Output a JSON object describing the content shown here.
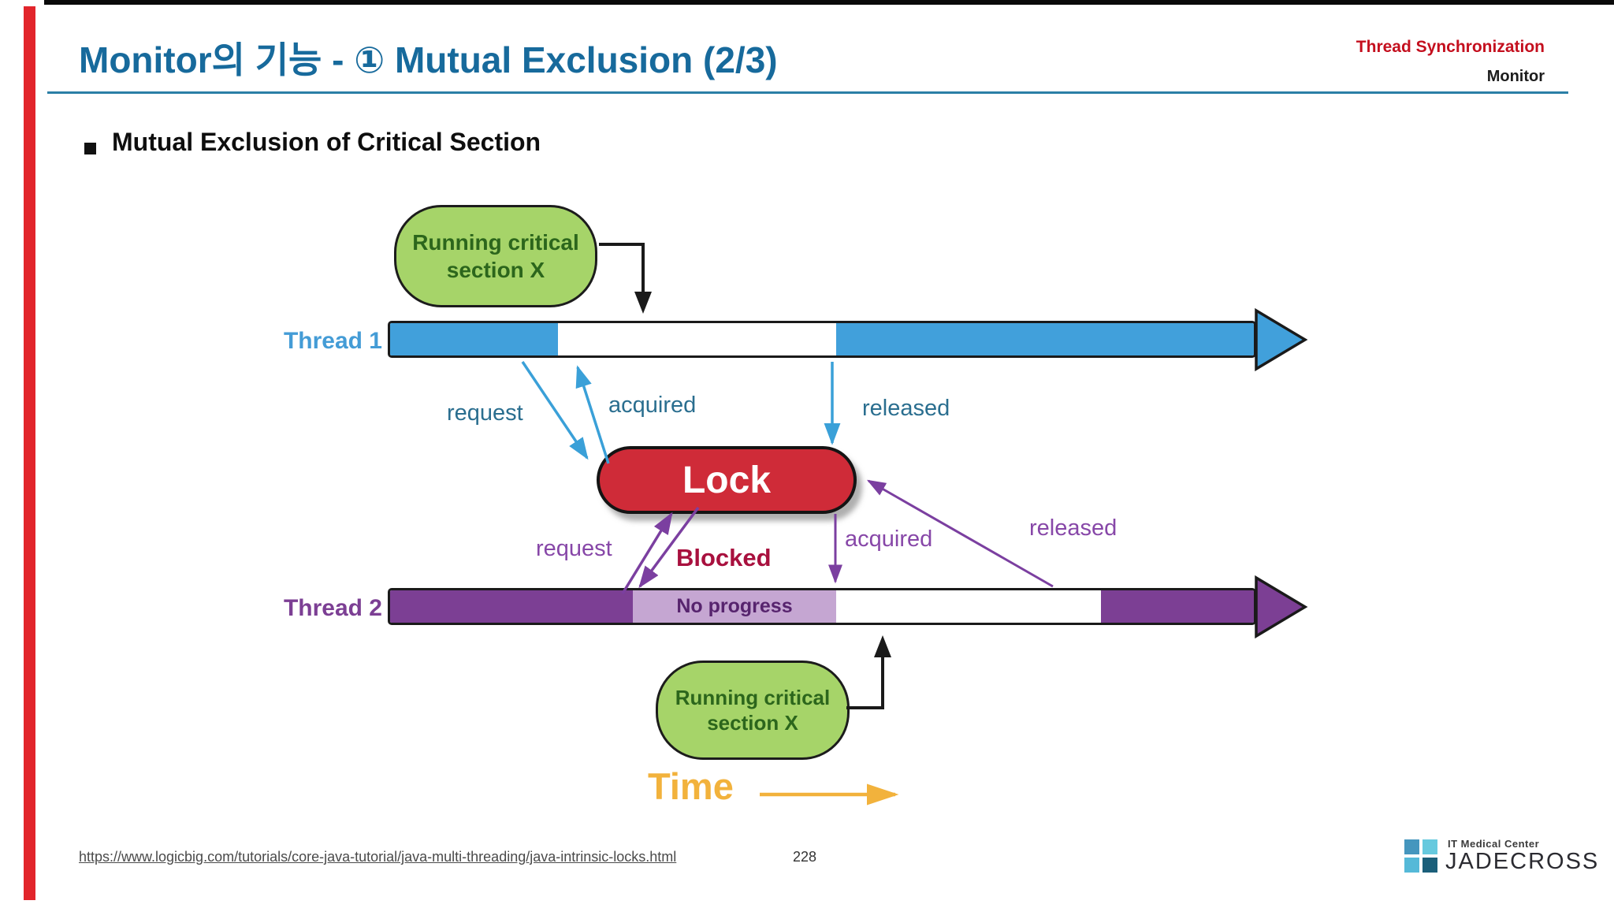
{
  "decor": {
    "top_bar_color": "#0a0a0a",
    "left_bar_color": "#e2252b"
  },
  "header": {
    "title": "Monitor의 기능 - ① Mutual Exclusion (2/3)",
    "title_color": "#176a9c",
    "tag_line1": "Thread Synchronization",
    "tag_line1_color": "#c40f1e",
    "tag_line2": "Monitor"
  },
  "content": {
    "bullet_text": "Mutual Exclusion of Critical Section"
  },
  "diagram": {
    "running_box_top": {
      "line1": "Running critical",
      "line2": "section X"
    },
    "running_box_bottom": {
      "line1": "Running critical",
      "line2": "section X"
    },
    "lock_label": "Lock",
    "thread1": {
      "label": "Thread 1",
      "request": "request",
      "acquired": "acquired",
      "released": "released",
      "bar_color": "#41a0db",
      "label_color": "#449cd6",
      "text_color": "#2a6e8f"
    },
    "thread2": {
      "label": "Thread 2",
      "request": "request",
      "blocked": "Blocked",
      "acquired": "acquired",
      "released": "released",
      "no_progress": "No progress",
      "bar_color": "#7c3f94",
      "label_color": "#7c3f94",
      "text_color": "#8747a8",
      "blocked_color": "#a8103e",
      "no_progress_fill": "#c5a6d2",
      "no_progress_text": "#57246e"
    },
    "time_label": "Time",
    "colors": {
      "green_fill": "#a6d469",
      "green_text": "#2c661c",
      "lock_fill": "#cf2b38",
      "blue_arrow": "#3aa0d8",
      "purple_arrow": "#7b3fa0",
      "black_arrow": "#1a1a1a",
      "time_gold": "#f2b23c"
    }
  },
  "footer": {
    "source_url": "https://www.logicbig.com/tutorials/core-java-tutorial/java-multi-threading/java-intrinsic-locks.html",
    "page_number": "228"
  },
  "logo": {
    "tagline": "IT Medical Center",
    "name": "JADECROSS",
    "sq_tl": "#4596be",
    "sq_tr": "#66c9de",
    "sq_bl": "#55b9d8",
    "sq_br": "#1b5f7a"
  }
}
